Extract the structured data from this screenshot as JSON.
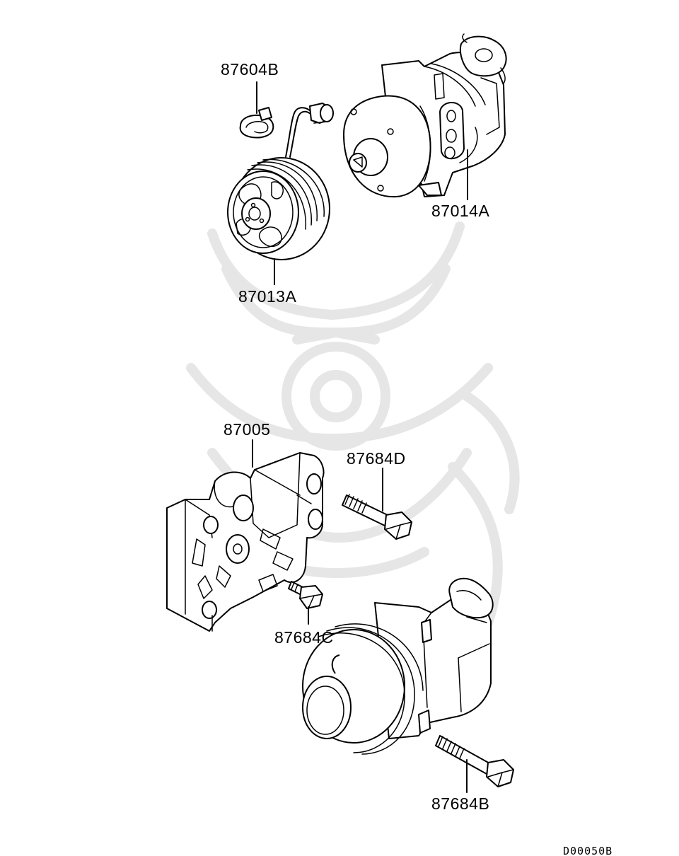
{
  "parts": {
    "p87604B": "87604B",
    "p87014A": "87014A",
    "p87013A": "87013A",
    "p87005": "87005",
    "p87684D": "87684D",
    "p87684C": "87684C",
    "p87684B": "87684B"
  },
  "diagram_code": "D00050B"
}
